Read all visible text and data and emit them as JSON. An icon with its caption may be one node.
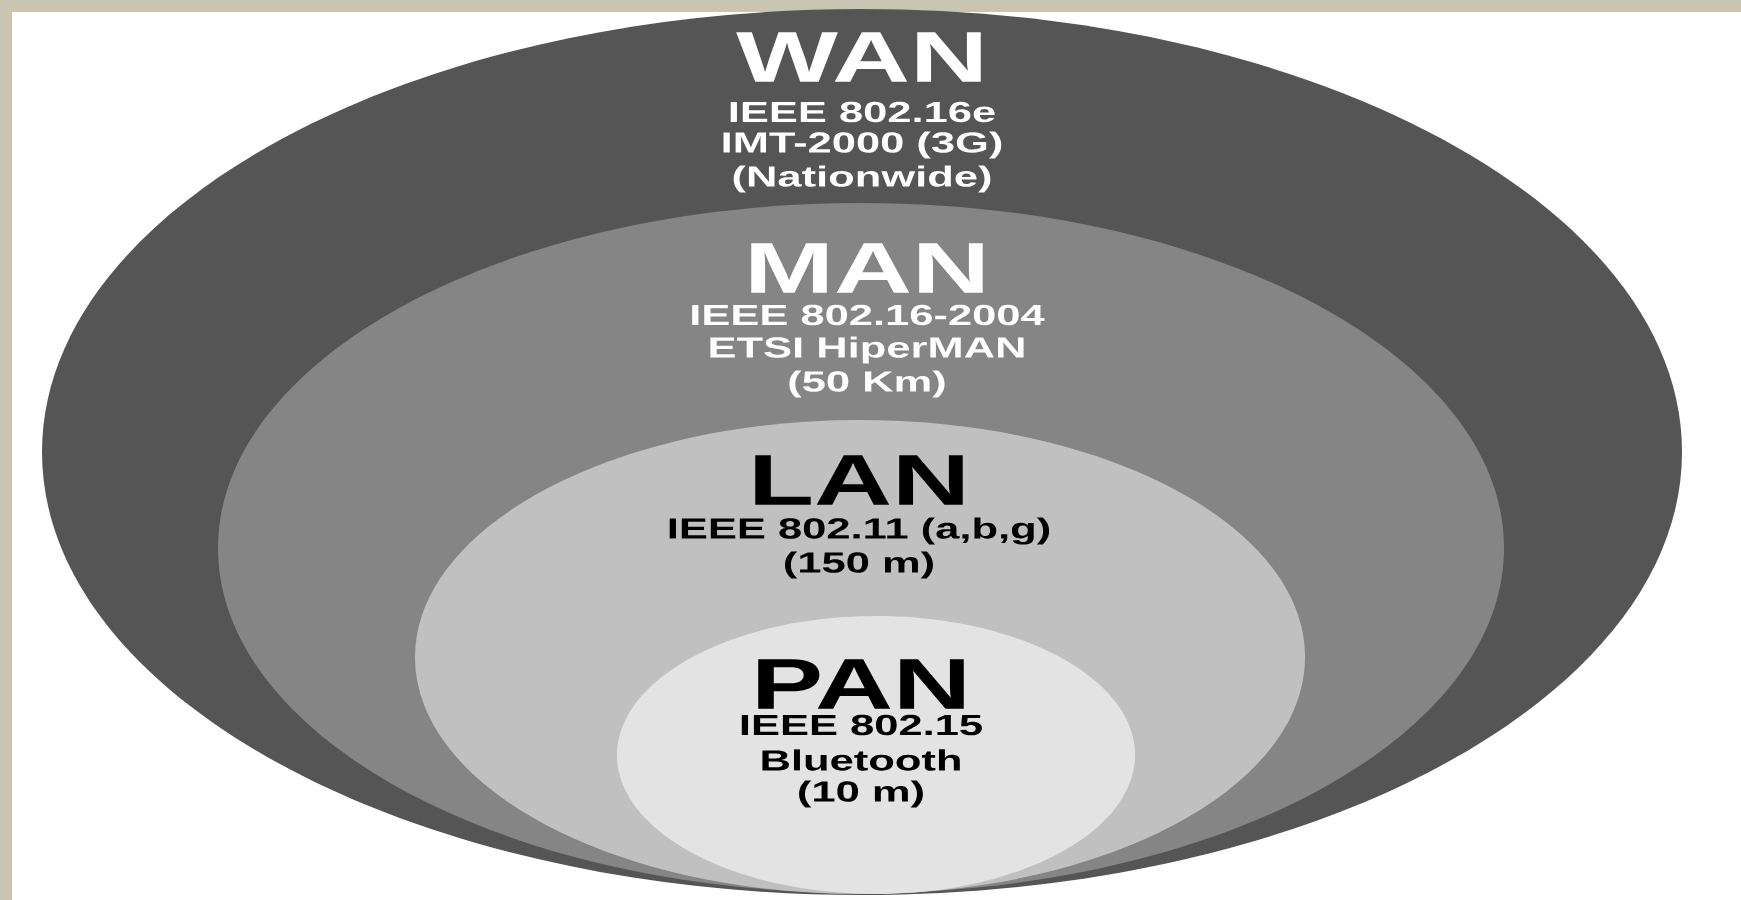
{
  "diagram": {
    "nodes": [
      {
        "text": [
          "WAN",
          "IEEE 802.16e",
          "IMT-2000 (3G)",
          "(Nationwide)"
        ]
      },
      {
        "text": [
          "MAN",
          "IEEE 802.16-2004",
          "ETSI HiperMAN",
          "(50 Km)"
        ],
        "in": 0
      },
      {
        "text": [
          "LAN",
          "IEEE 802.11 (a,b,g)",
          "(150 m)"
        ],
        "in": 1
      },
      {
        "text": [
          "PAN",
          "IEEE 802.15",
          "Bluetooth",
          "(10 m)"
        ],
        "in": 2
      }
    ]
  }
}
